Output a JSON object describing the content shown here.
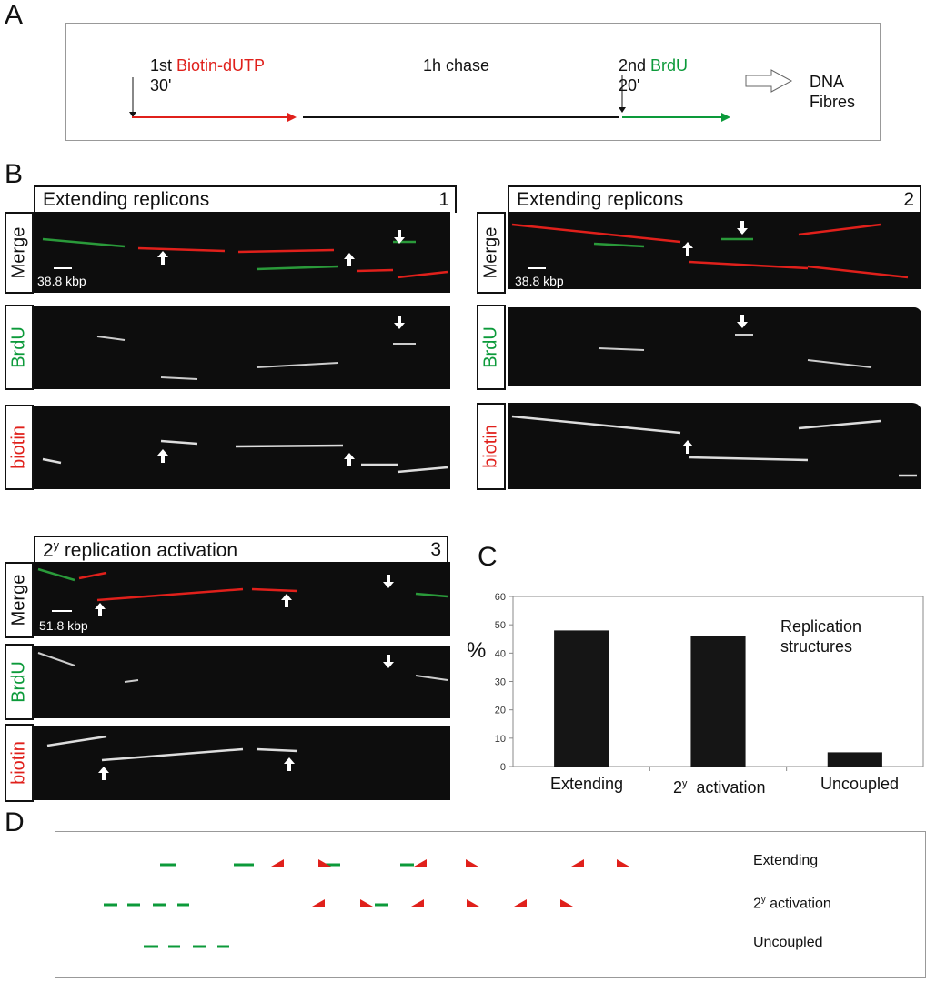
{
  "panels": {
    "a": "A",
    "b": "B",
    "c": "C",
    "d": "D"
  },
  "schematic": {
    "first_prefix": "1st ",
    "first_label": "Biotin-dUTP",
    "first_time": "30'",
    "chase": "1h chase",
    "second_prefix": "2nd ",
    "second_label": "BrdU",
    "second_time": "20'",
    "output_line1": "DNA",
    "output_line2": "Fibres",
    "colors": {
      "biotin": "#e0201b",
      "brdu": "#0c9a3a"
    }
  },
  "micrographs": [
    {
      "title": "Extending replicons",
      "number": "1",
      "scale": "38.8 kbp",
      "rows": [
        "Merge",
        "BrdU",
        "biotin"
      ]
    },
    {
      "title": "Extending replicons",
      "number": "2",
      "scale": "38.8 kbp",
      "rows": [
        "Merge",
        "BrdU",
        "biotin"
      ]
    },
    {
      "title_base": "2",
      "title_sup": "y",
      "title_rest": " replication activation",
      "number": "3",
      "scale": "51.8 kbp",
      "rows": [
        "Merge",
        "BrdU",
        "biotin"
      ]
    }
  ],
  "chart_data": {
    "type": "bar",
    "categories": [
      "Extending",
      "2y activation",
      " Uncoupled"
    ],
    "category_labels": [
      {
        "base": "Extending",
        "sup": ""
      },
      {
        "base": "2",
        "sup": "y",
        "rest": "  activation"
      },
      {
        "base": "Uncoupled",
        "sup": ""
      }
    ],
    "values": [
      48,
      46,
      5
    ],
    "ylabel": "%",
    "ylim": [
      0,
      60
    ],
    "yticks": [
      "0",
      "10",
      "20",
      "30",
      "40",
      "50",
      "60"
    ],
    "annotation_line1": "Replication",
    "annotation_line2": "structures",
    "bar_color": "#151515",
    "grid": false
  },
  "legend_d": {
    "rows": [
      {
        "base": "Extending",
        "sup": ""
      },
      {
        "base": "2",
        "sup": "y",
        "rest": " activation"
      },
      {
        "base": "Uncoupled",
        "sup": ""
      }
    ]
  }
}
